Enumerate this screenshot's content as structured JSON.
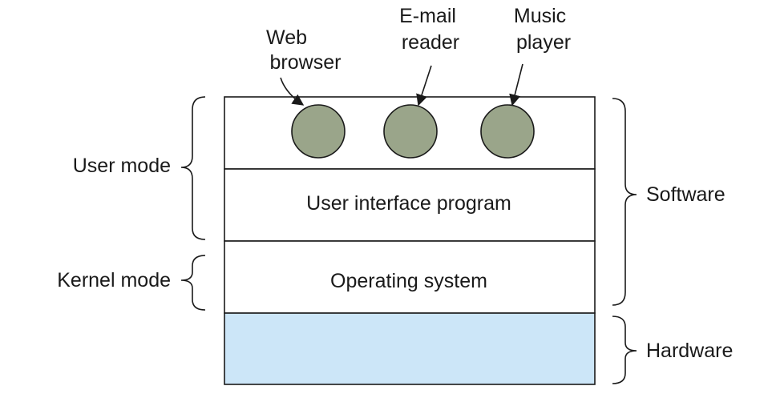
{
  "apps": [
    {
      "label_lines": [
        "Web",
        "browser"
      ]
    },
    {
      "label_lines": [
        "E-mail",
        "reader"
      ]
    },
    {
      "label_lines": [
        "Music",
        "player"
      ]
    }
  ],
  "layers": {
    "ui_program": "User interface program",
    "os": "Operating system"
  },
  "modes": {
    "user": "User mode",
    "kernel": "Kernel mode"
  },
  "domains": {
    "software": "Software",
    "hardware": "Hardware"
  },
  "colors": {
    "app_circle": "#9aa58a",
    "hardware_fill": "#cce6f8",
    "layer_fill": "#ffffff",
    "line": "#1a1a1a"
  }
}
